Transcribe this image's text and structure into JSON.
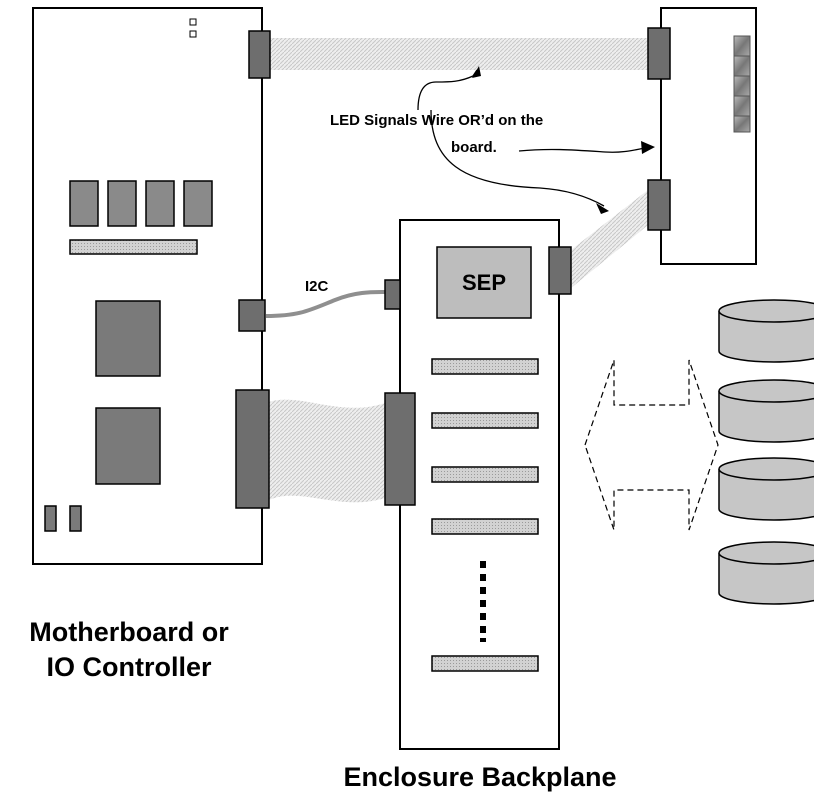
{
  "labels": {
    "motherboard_line1": "Motherboard or",
    "motherboard_line2": "IO Controller",
    "backplane": "Enclosure Backplane",
    "sep": "SEP",
    "i2c": "I2C",
    "led_note_line1": "LED Signals Wire OR’d on the",
    "led_note_line2": "board."
  },
  "colors": {
    "connector": "#6e6e6e",
    "chip": "#8a8a8a",
    "slot_fill": "#c8c8c8",
    "sep_fill": "#bdbdbd",
    "disk_fill": "#c6c6c6",
    "cable_fill": "#e3e3e3"
  }
}
